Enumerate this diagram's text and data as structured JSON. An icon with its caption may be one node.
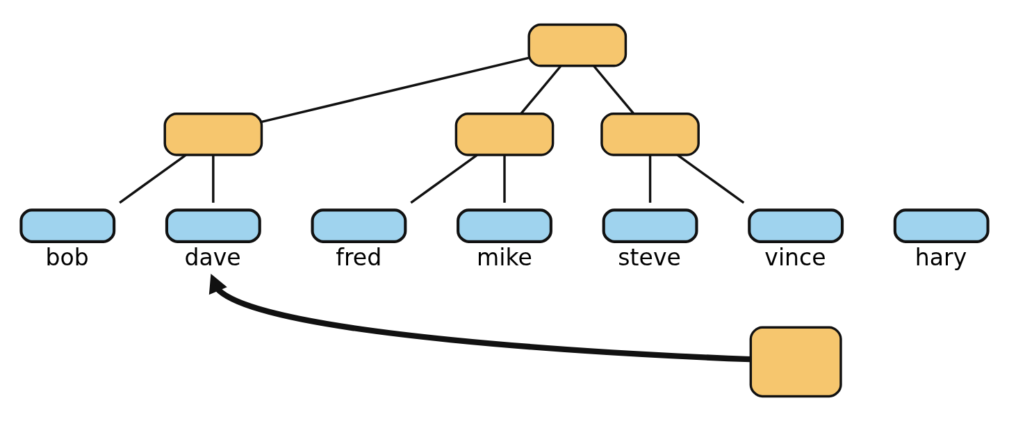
{
  "diagram": {
    "nodes": [
      {
        "text": [],
        "shape": "box"
      },
      {
        "text": [],
        "shape": "box"
      },
      {
        "text": [],
        "shape": "box"
      },
      {
        "text": [],
        "shape": "box"
      },
      {
        "text": [],
        "shape": "box",
        "beside": [
          "bob"
        ]
      },
      {
        "text": [],
        "shape": "box",
        "beside": [
          "dave"
        ]
      },
      {
        "text": [],
        "shape": "box",
        "beside": [
          "fred"
        ]
      },
      {
        "text": [],
        "shape": "box",
        "beside": [
          "hary"
        ]
      },
      {
        "text": [],
        "shape": "box",
        "beside": [
          "mike"
        ]
      },
      {
        "text": [],
        "shape": "box",
        "beside": [
          "steve"
        ]
      },
      {
        "text": [],
        "shape": "box",
        "beside": [
          "vince"
        ]
      },
      {
        "text": [],
        "shape": "box"
      }
    ],
    "edges": [
      {
        "from": 0,
        "to": 1,
        "arrow": "none"
      },
      {
        "from": 0,
        "to": 2,
        "arrow": "none"
      },
      {
        "from": 0,
        "to": 3,
        "arrow": "none"
      },
      {
        "from": 1,
        "to": 4,
        "arrow": "none"
      },
      {
        "from": 1,
        "to": 5,
        "arrow": "none"
      },
      {
        "from": 2,
        "to": 6,
        "arrow": "none"
      },
      {
        "from": 2,
        "to": 8,
        "arrow": "none"
      },
      {
        "from": 3,
        "to": 9,
        "arrow": "none"
      },
      {
        "from": 3,
        "to": 10,
        "arrow": "none"
      },
      {
        "from": 11,
        "to": 5,
        "arrow": "to",
        "style": "thick"
      }
    ]
  }
}
